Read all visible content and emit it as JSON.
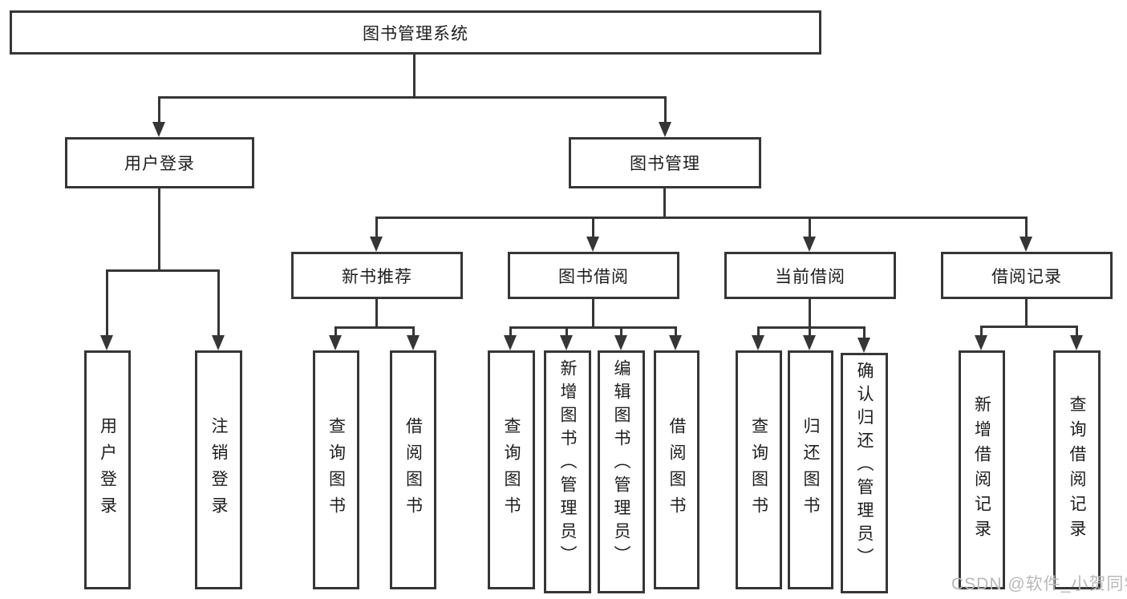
{
  "diagram": {
    "tree": {
      "root": {
        "label": "图书管理系统",
        "children": [
          {
            "label": "用户登录",
            "children": [
              {
                "label": "用户登录"
              },
              {
                "label": "注销登录"
              }
            ]
          },
          {
            "label": "图书管理",
            "children": [
              {
                "label": "新书推荐",
                "children": [
                  {
                    "label": "查询图书"
                  },
                  {
                    "label": "借阅图书"
                  }
                ]
              },
              {
                "label": "图书借阅",
                "children": [
                  {
                    "label": "查询图书"
                  },
                  {
                    "label": "新增图书（管理员）"
                  },
                  {
                    "label": "编辑图书（管理员）"
                  },
                  {
                    "label": "借阅图书"
                  }
                ]
              },
              {
                "label": "当前借阅",
                "children": [
                  {
                    "label": "查询图书"
                  },
                  {
                    "label": "归还图书"
                  },
                  {
                    "label": "确认归还（管理员）"
                  }
                ]
              },
              {
                "label": "借阅记录",
                "children": [
                  {
                    "label": "新增借阅记录"
                  },
                  {
                    "label": "查询借阅记录"
                  }
                ]
              }
            ]
          }
        ]
      }
    },
    "colors": {
      "line": "#363636",
      "text": "#1d1d1d",
      "background": "#ffffff",
      "watermark": "#b9b9b9"
    }
  },
  "watermark": {
    "text": "CSDN @软件_小贺同学"
  }
}
